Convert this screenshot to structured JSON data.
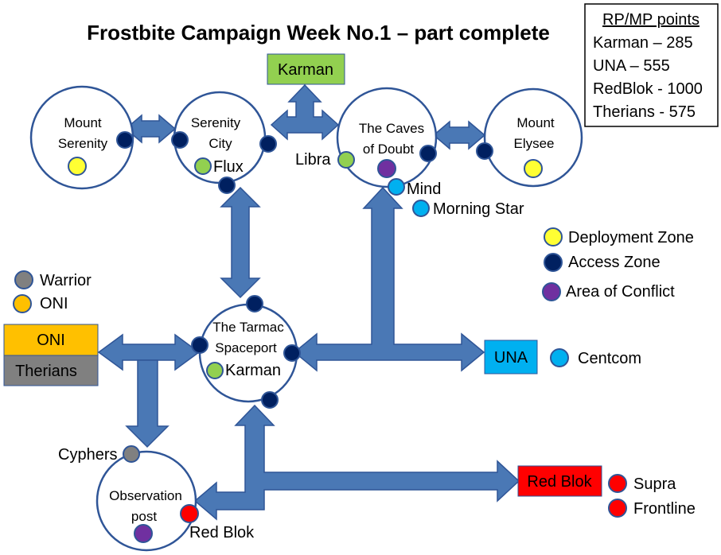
{
  "title": "Frostbite Campaign Week No.1 – part complete",
  "points_box": {
    "heading": "RP/MP points",
    "rows": [
      "Karman – 285",
      "UNA – 555",
      "RedBlok - 1000",
      "Therians - 575"
    ]
  },
  "colors": {
    "deployment": "#ffff33",
    "access": "#002060",
    "conflict": "#7030a0",
    "karman_green": "#92d050",
    "una_blue": "#00b0f0",
    "oni_gold": "#ffc000",
    "therians_grey": "#808080",
    "redblok_red": "#ff0000",
    "arrow_fill": "#4a78b5",
    "node_stroke": "#2f5597"
  },
  "nodes": {
    "mount_serenity": [
      "Mount",
      "Serenity"
    ],
    "serenity_city": [
      "Serenity",
      "City"
    ],
    "caves_of_doubt": [
      "The Caves",
      "of Doubt"
    ],
    "mount_elysee": [
      "Mount",
      "Elysee"
    ],
    "tarmac_spaceport": [
      "The Tarmac",
      "Spaceport"
    ],
    "observation_post": [
      "Observation",
      "post"
    ]
  },
  "factions": {
    "karman": "Karman",
    "una": "UNA",
    "oni": "ONI",
    "therians": "Therians",
    "red_blok": "Red Blok"
  },
  "units": {
    "flux": "Flux",
    "libra": "Libra",
    "mind": "Mind",
    "morning_star": "Morning Star",
    "karman": "Karman",
    "centcom": "Centcom",
    "warrior": "Warrior",
    "oni": "ONI",
    "cyphers": "Cyphers",
    "red_blok": "Red Blok",
    "supra": "Supra",
    "frontline": "Frontline"
  },
  "legend": {
    "deployment": "Deployment Zone",
    "access": "Access Zone",
    "conflict": "Area of Conflict"
  }
}
